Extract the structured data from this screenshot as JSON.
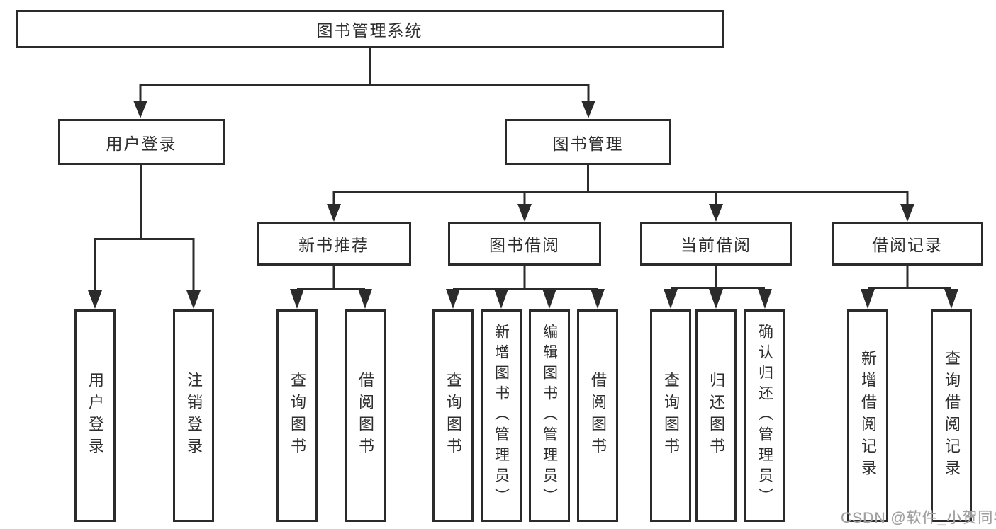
{
  "watermark": {
    "text": "CSDN @软件_小贺同学"
  },
  "tree": {
    "root": {
      "label": "图书管理系统"
    },
    "branches": [
      {
        "label": "用户登录",
        "children": [
          {
            "label": "用户登录"
          },
          {
            "label": "注销登录"
          }
        ]
      },
      {
        "label": "图书管理",
        "children": [
          {
            "label": "新书推荐",
            "children": [
              {
                "label": "查询图书"
              },
              {
                "label": "借阅图书"
              }
            ]
          },
          {
            "label": "图书借阅",
            "children": [
              {
                "label": "查询图书"
              },
              {
                "label": "新增图书（管理员）"
              },
              {
                "label": "编辑图书（管理员）"
              },
              {
                "label": "借阅图书"
              }
            ]
          },
          {
            "label": "当前借阅",
            "children": [
              {
                "label": "查询图书"
              },
              {
                "label": "归还图书"
              },
              {
                "label": "确认归还（管理员）"
              }
            ]
          },
          {
            "label": "借阅记录",
            "children": [
              {
                "label": "新增借阅记录"
              },
              {
                "label": "查询借阅记录"
              }
            ]
          }
        ]
      }
    ]
  }
}
